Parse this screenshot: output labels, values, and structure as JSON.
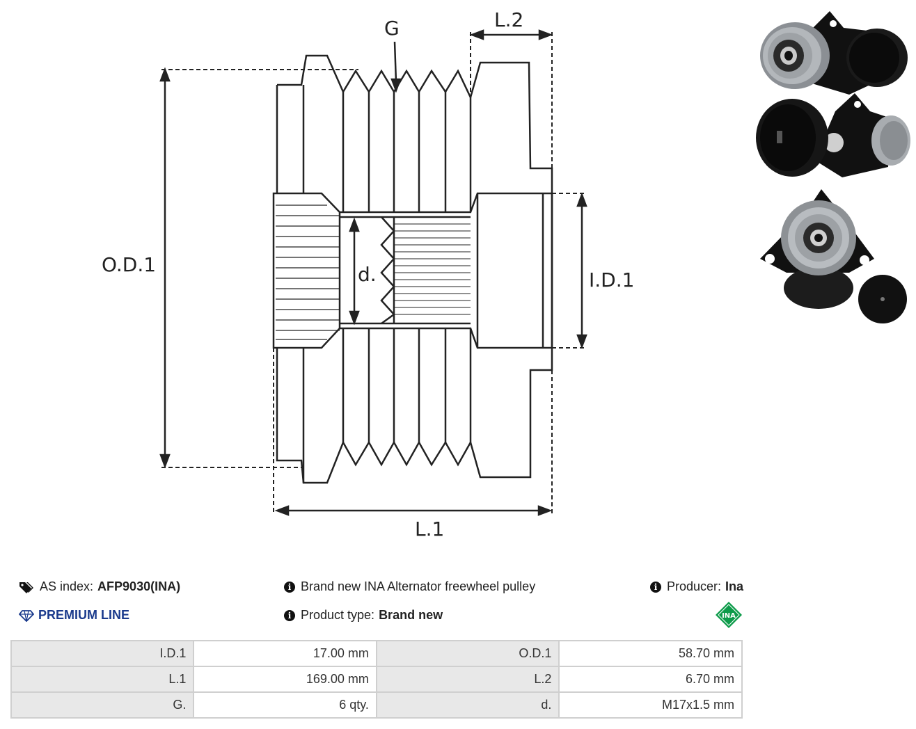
{
  "drawing": {
    "labels": {
      "g": "G",
      "l2": "L.2",
      "od1": "O.D.1",
      "id1": "I.D.1",
      "d": "d.",
      "l1": "L.1"
    }
  },
  "photos": [
    {
      "name": "product-photo-front-angle"
    },
    {
      "name": "product-photo-rear-angle"
    },
    {
      "name": "product-photo-top-view"
    }
  ],
  "info": {
    "as_index_label": "AS index:",
    "as_index_value": "AFP9030(INA)",
    "premium_line": "PREMIUM LINE",
    "description": "Brand new INA Alternator freewheel pulley",
    "product_type_label": "Product type:",
    "product_type_value": "Brand new",
    "producer_label": "Producer:",
    "producer_value": "Ina",
    "logo_text": "INA",
    "colors": {
      "premium": "#1a3a8c",
      "ina_green": "#0d9b4a"
    }
  },
  "specs": [
    [
      {
        "label": "I.D.1",
        "value": "17.00 mm"
      },
      {
        "label": "O.D.1",
        "value": "58.70 mm"
      }
    ],
    [
      {
        "label": "L.1",
        "value": "169.00 mm"
      },
      {
        "label": "L.2",
        "value": "6.70 mm"
      }
    ],
    [
      {
        "label": "G.",
        "value": "6 qty."
      },
      {
        "label": "d.",
        "value": "M17x1.5 mm"
      }
    ]
  ]
}
